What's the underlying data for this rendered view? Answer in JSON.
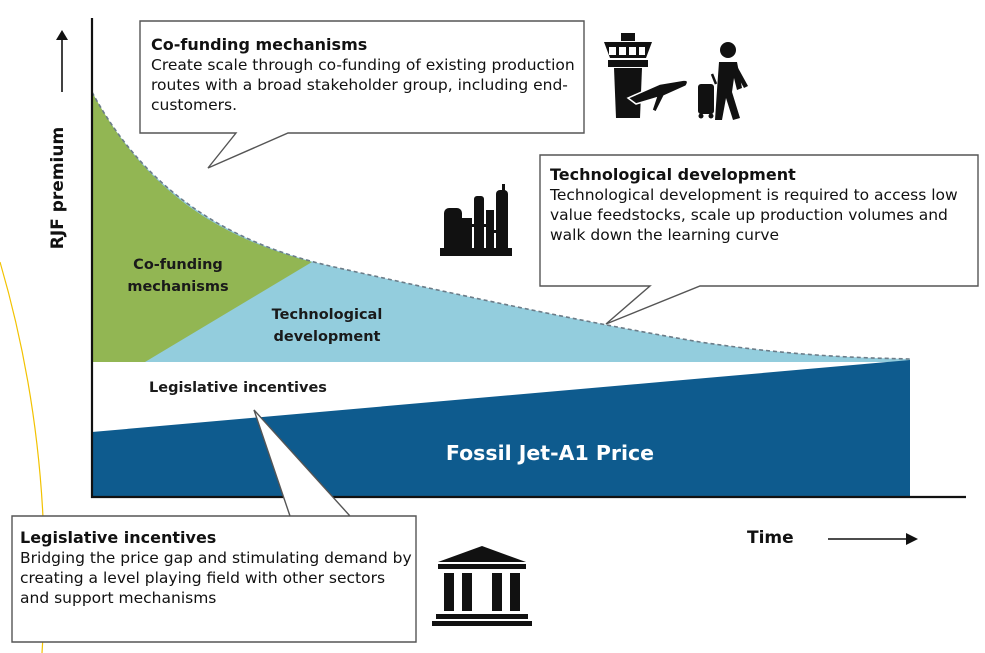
{
  "axes": {
    "y_label": "RJF premium",
    "x_label": "Time"
  },
  "regions": {
    "cofunding": "Co-funding mechanisms",
    "technological": "Technological development",
    "legislative": "Legislative incentives",
    "fossil": "Fossil Jet-A1 Price"
  },
  "callouts": {
    "cofunding": {
      "title": "Co-funding mechanisms",
      "body": "Create scale through co-funding of existing production routes with a broad stakeholder group, including end-customers."
    },
    "technological": {
      "title": "Technological development",
      "body": "Technological development is required to access low value feedstocks, scale up production volumes and walk down the learning curve"
    },
    "legislative": {
      "title": "Legislative incentives",
      "body": "Bridging the price gap and stimulating demand by creating a level playing field with other sectors and support mechanisms"
    }
  },
  "icons": [
    "airport-tower-icon",
    "traveler-icon",
    "refinery-icon",
    "government-building-icon"
  ],
  "colors": {
    "cofunding": "#92b653",
    "technological": "#93cddd",
    "fossil": "#0e5b8e",
    "legislative": "#ffffff"
  }
}
